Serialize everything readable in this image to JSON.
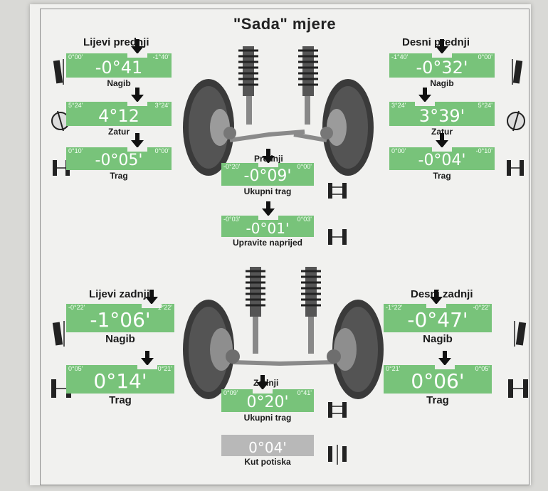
{
  "title": "\"Sada\" mjere",
  "wheels": {
    "front_left": "Lijevi prednji",
    "front_right": "Desni prednji",
    "rear_left": "Lijevi zadnji",
    "rear_right": "Desni zadnji",
    "front_center": "Prednji",
    "rear_center": "Zadnji"
  },
  "gauges": {
    "fl_camber": {
      "min": "0°00'",
      "max": "-1°40'",
      "value": "-0°41",
      "label": "Nagib"
    },
    "fl_caster": {
      "min": "5°24'",
      "max": "3°24'",
      "value": "4°12",
      "label": "Zatur"
    },
    "fl_toe": {
      "min": "0°10'",
      "max": "0°00'",
      "value": "-0°05'",
      "label": "Trag"
    },
    "fr_camber": {
      "min": "-1°40'",
      "max": "0°00'",
      "value": "-0°32'",
      "label": "Nagib"
    },
    "fr_caster": {
      "min": "3°24'",
      "max": "5°24'",
      "value": "3°39'",
      "label": "Zatur"
    },
    "fr_toe": {
      "min": "0°00'",
      "max": "-0°10'",
      "value": "-0°04'",
      "label": "Trag"
    },
    "front_total_toe": {
      "min": "-0°20'",
      "max": "0°00'",
      "value": "-0°09'",
      "label": "Ukupni trag"
    },
    "steer_ahead": {
      "min": "-0°03'",
      "max": "0°03'",
      "value": "-0°01'",
      "label": "Upravite naprijed"
    },
    "rl_camber": {
      "min": "-0°22'",
      "max": "-1°22'",
      "value": "-1°06'",
      "label": "Nagib"
    },
    "rl_toe": {
      "min": "0°05'",
      "max": "0°21'",
      "value": "0°14'",
      "label": "Trag"
    },
    "rr_camber": {
      "min": "-1°22'",
      "max": "-0°22'",
      "value": "-0°47'",
      "label": "Nagib"
    },
    "rr_toe": {
      "min": "0°21'",
      "max": "0°05'",
      "value": "0°06'",
      "label": "Trag"
    },
    "rear_total_toe": {
      "min": "0°09'",
      "max": "0°41'",
      "value": "0°20'",
      "label": "Ukupni trag"
    },
    "thrust_angle": {
      "min": "",
      "max": "",
      "value": "0°04'",
      "label": "Kut potiska"
    }
  },
  "colors": {
    "in_range": "#78c37a",
    "neutral": "#b8b8b8",
    "arrow": "#111111"
  },
  "icons": [
    "camber-icon",
    "caster-icon",
    "toe-icon",
    "total-toe-icon",
    "thrust-icon",
    "front-suspension-illustration",
    "rear-suspension-illustration"
  ]
}
